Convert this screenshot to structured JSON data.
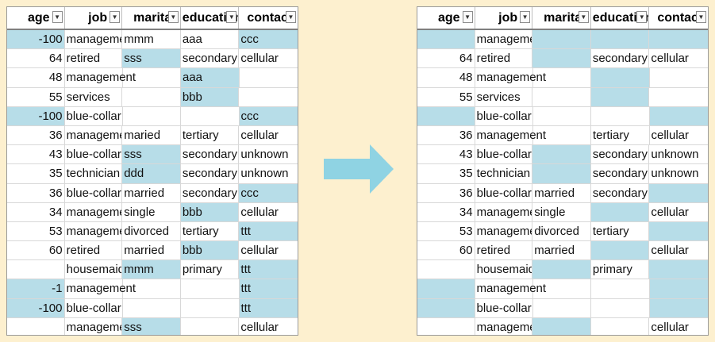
{
  "headers": [
    "age",
    "job",
    "marital",
    "education",
    "contact"
  ],
  "colors": {
    "highlight": "#b7dde8",
    "background": "#fdf0cf",
    "arrow": "#8fd3e3"
  },
  "left_table": {
    "rows": [
      {
        "cells": [
          "-100",
          "management",
          "mmm",
          "aaa",
          "ccc"
        ],
        "hl": [
          true,
          false,
          false,
          false,
          true
        ]
      },
      {
        "cells": [
          "64",
          "retired",
          "sss",
          "secondary",
          "cellular"
        ],
        "hl": [
          false,
          false,
          true,
          false,
          false
        ]
      },
      {
        "cells": [
          "48",
          "management",
          "",
          "aaa",
          ""
        ],
        "hl": [
          false,
          false,
          false,
          true,
          false
        ]
      },
      {
        "cells": [
          "55",
          "services",
          "",
          "bbb",
          ""
        ],
        "hl": [
          false,
          false,
          false,
          true,
          false
        ]
      },
      {
        "cells": [
          "-100",
          "blue-collar",
          "",
          "",
          "ccc"
        ],
        "hl": [
          true,
          false,
          false,
          false,
          true
        ]
      },
      {
        "cells": [
          "36",
          "management",
          "maried",
          "tertiary",
          "cellular"
        ],
        "hl": [
          false,
          false,
          false,
          false,
          false
        ]
      },
      {
        "cells": [
          "43",
          "blue-collar",
          "sss",
          "secondary",
          "unknown"
        ],
        "hl": [
          false,
          false,
          true,
          false,
          false
        ]
      },
      {
        "cells": [
          "35",
          "technician",
          "ddd",
          "secondary",
          "unknown"
        ],
        "hl": [
          false,
          false,
          true,
          false,
          false
        ]
      },
      {
        "cells": [
          "36",
          "blue-collar",
          "married",
          "secondary",
          "ccc"
        ],
        "hl": [
          false,
          false,
          false,
          false,
          true
        ]
      },
      {
        "cells": [
          "34",
          "management",
          "single",
          "bbb",
          "cellular"
        ],
        "hl": [
          false,
          false,
          false,
          true,
          false
        ]
      },
      {
        "cells": [
          "53",
          "management",
          "divorced",
          "tertiary",
          "ttt"
        ],
        "hl": [
          false,
          false,
          false,
          false,
          true
        ]
      },
      {
        "cells": [
          "60",
          "retired",
          "married",
          "bbb",
          "cellular"
        ],
        "hl": [
          false,
          false,
          false,
          true,
          false
        ]
      },
      {
        "cells": [
          "",
          "housemaid",
          "mmm",
          "primary",
          "ttt"
        ],
        "hl": [
          false,
          false,
          true,
          false,
          true
        ]
      },
      {
        "cells": [
          "-1",
          "management",
          "",
          "",
          "ttt"
        ],
        "hl": [
          true,
          false,
          false,
          false,
          true
        ]
      },
      {
        "cells": [
          "-100",
          "blue-collar",
          "",
          "",
          "ttt"
        ],
        "hl": [
          true,
          false,
          false,
          false,
          true
        ]
      },
      {
        "cells": [
          "",
          "management",
          "sss",
          "",
          "cellular"
        ],
        "hl": [
          false,
          false,
          true,
          false,
          false
        ]
      }
    ]
  },
  "right_table": {
    "rows": [
      {
        "cells": [
          "",
          "management",
          "",
          "",
          ""
        ],
        "hl": [
          true,
          false,
          true,
          true,
          true
        ]
      },
      {
        "cells": [
          "64",
          "retired",
          "",
          "secondary",
          "cellular"
        ],
        "hl": [
          false,
          false,
          true,
          false,
          false
        ]
      },
      {
        "cells": [
          "48",
          "management",
          "",
          "",
          ""
        ],
        "hl": [
          false,
          false,
          false,
          true,
          false
        ]
      },
      {
        "cells": [
          "55",
          "services",
          "",
          "",
          ""
        ],
        "hl": [
          false,
          false,
          false,
          true,
          false
        ]
      },
      {
        "cells": [
          "",
          "blue-collar",
          "",
          "",
          ""
        ],
        "hl": [
          true,
          false,
          false,
          false,
          true
        ]
      },
      {
        "cells": [
          "36",
          "management",
          "",
          "tertiary",
          "cellular"
        ],
        "hl": [
          false,
          false,
          false,
          false,
          false
        ]
      },
      {
        "cells": [
          "43",
          "blue-collar",
          "",
          "secondary",
          "unknown"
        ],
        "hl": [
          false,
          false,
          true,
          false,
          false
        ]
      },
      {
        "cells": [
          "35",
          "technician",
          "",
          "secondary",
          "unknown"
        ],
        "hl": [
          false,
          false,
          true,
          false,
          false
        ]
      },
      {
        "cells": [
          "36",
          "blue-collar",
          "married",
          "secondary",
          ""
        ],
        "hl": [
          false,
          false,
          false,
          false,
          true
        ]
      },
      {
        "cells": [
          "34",
          "management",
          "single",
          "",
          "cellular"
        ],
        "hl": [
          false,
          false,
          false,
          true,
          false
        ]
      },
      {
        "cells": [
          "53",
          "management",
          "divorced",
          "tertiary",
          ""
        ],
        "hl": [
          false,
          false,
          false,
          false,
          true
        ]
      },
      {
        "cells": [
          "60",
          "retired",
          "married",
          "",
          "cellular"
        ],
        "hl": [
          false,
          false,
          false,
          true,
          false
        ]
      },
      {
        "cells": [
          "",
          "housemaid",
          "",
          "primary",
          ""
        ],
        "hl": [
          false,
          false,
          true,
          false,
          true
        ]
      },
      {
        "cells": [
          "",
          "management",
          "",
          "",
          ""
        ],
        "hl": [
          true,
          false,
          false,
          false,
          true
        ]
      },
      {
        "cells": [
          "",
          "blue-collar",
          "",
          "",
          ""
        ],
        "hl": [
          true,
          false,
          false,
          false,
          true
        ]
      },
      {
        "cells": [
          "",
          "management",
          "",
          "",
          "cellular"
        ],
        "hl": [
          false,
          false,
          true,
          false,
          false
        ]
      }
    ]
  }
}
